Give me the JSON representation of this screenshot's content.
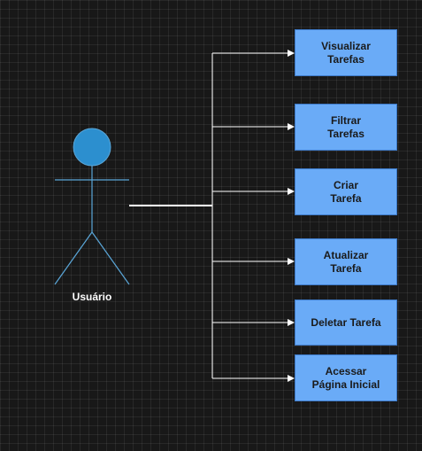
{
  "actor": {
    "label": "Usuário",
    "head_color": "#2c8fcf",
    "line_color": "#5aa6d8"
  },
  "use_cases": [
    {
      "label": "Visualizar\nTarefas"
    },
    {
      "label": "Filtrar\nTarefas"
    },
    {
      "label": "Criar\nTarefa"
    },
    {
      "label": "Atualizar\nTarefa"
    },
    {
      "label": "Deletar Tarefa"
    },
    {
      "label": "Acessar\nPágina Inicial"
    }
  ],
  "colors": {
    "background": "#181818",
    "box_fill": "#6aabf7",
    "box_border": "#3d79c7",
    "connector": "#ffffff"
  }
}
